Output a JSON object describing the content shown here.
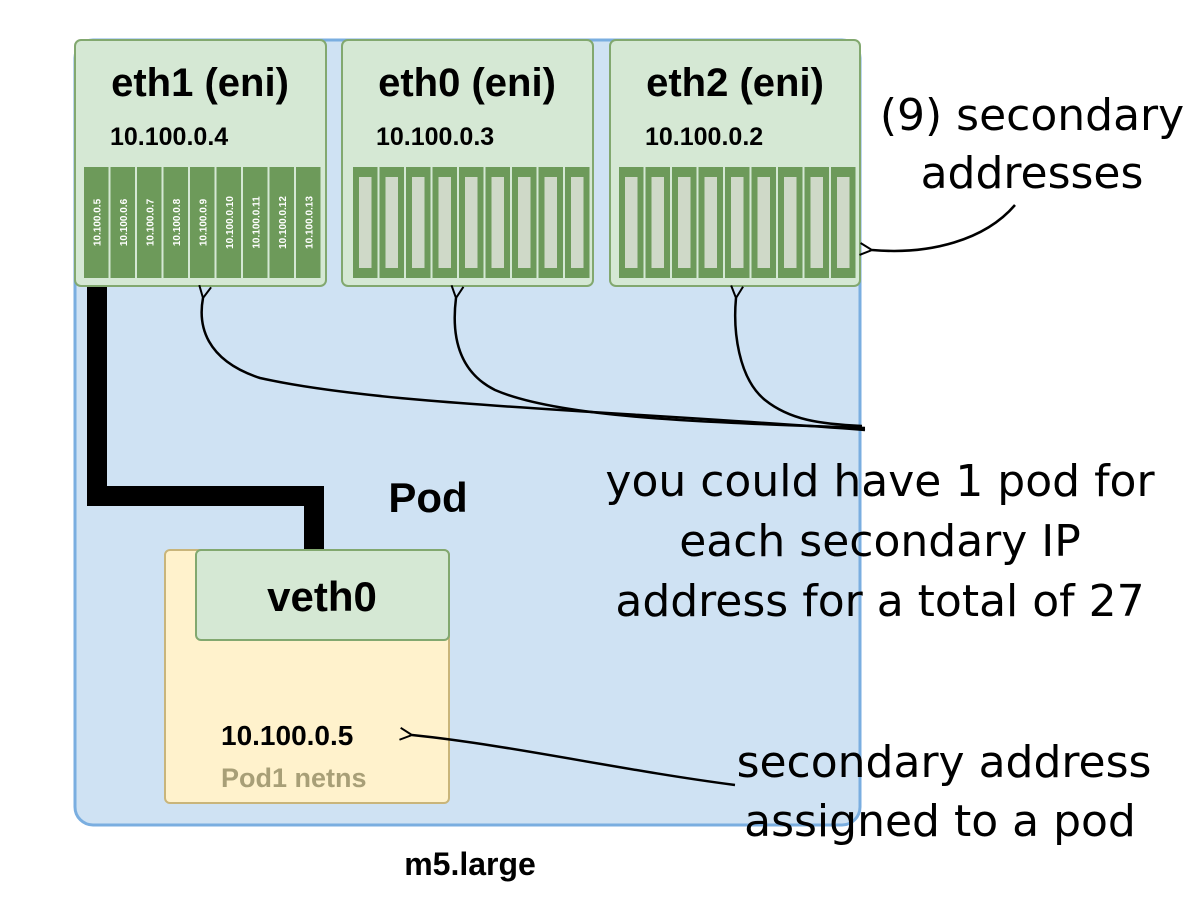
{
  "instance": {
    "type_label": "m5.large"
  },
  "enis": [
    {
      "name": "eth1 (eni)",
      "primary_ip": "10.100.0.4",
      "slots": [
        "10.100.0.5",
        "10.100.0.6",
        "10.100.0.7",
        "10.100.0.8",
        "10.100.0.9",
        "10.100.0.10",
        "10.100.0.11",
        "10.100.0.12",
        "10.100.0.13"
      ]
    },
    {
      "name": "eth0 (eni)",
      "primary_ip": "10.100.0.3",
      "slots": [
        "",
        "",
        "",
        "",
        "",
        "",
        "",
        "",
        ""
      ]
    },
    {
      "name": "eth2 (eni)",
      "primary_ip": "10.100.0.2",
      "slots": [
        "",
        "",
        "",
        "",
        "",
        "",
        "",
        "",
        ""
      ]
    }
  ],
  "pod": {
    "label": "Pod",
    "veth": "veth0",
    "ip": "10.100.0.5",
    "netns": "Pod1 netns"
  },
  "annotations": {
    "secondary_line1": "(9) secondary",
    "secondary_line2": "addresses",
    "pods_line1": "you could have 1 pod for",
    "pods_line2": "each secondary IP",
    "pods_line3": "address for a total of 27",
    "assigned_line1": "secondary address",
    "assigned_line2": "assigned to a pod"
  },
  "colors": {
    "instance_fill": "#cfe2f3",
    "instance_stroke": "#7aaee0",
    "eni_fill": "#d5e8d4",
    "eni_stroke": "#82a86f",
    "slot_dark": "#6d9a5a",
    "slot_light": "#cfd9c8",
    "pod_fill": "#fff2cc",
    "pod_stroke": "#c9b57a",
    "netns_text": "#a89f77"
  }
}
